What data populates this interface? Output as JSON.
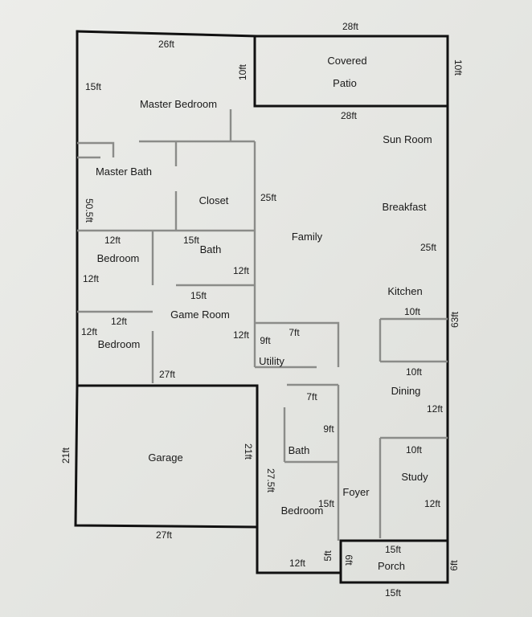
{
  "floorplan": {
    "rooms": {
      "master_bedroom": "Master Bedroom",
      "master_bath": "Master Bath",
      "closet": "Closet",
      "covered_patio_line1": "Covered",
      "covered_patio_line2": "Patio",
      "sun_room": "Sun Room",
      "breakfast": "Breakfast",
      "family": "Family",
      "bath_upper": "Bath",
      "bedroom_a": "Bedroom",
      "bedroom_b": "Bedroom",
      "game_room": "Game Room",
      "utility": "Utility",
      "kitchen": "Kitchen",
      "dining": "Dining",
      "garage": "Garage",
      "bath_lower": "Bath",
      "bedroom_c": "Bedroom",
      "foyer": "Foyer",
      "study": "Study",
      "porch": "Porch"
    },
    "dims": {
      "top_right": "28ft",
      "master_top": "26ft",
      "patio_side_left": "10ft",
      "patio_side_right": "10ft",
      "patio_bottom": "28ft",
      "master_left": "15ft",
      "left_wing": "50.5ft",
      "family_side": "25ft",
      "breakfast_side": "25ft",
      "bedroom_a_top": "12ft",
      "bath_top": "15ft",
      "bath_right": "12ft",
      "bedroom_a_left": "12ft",
      "game_top": "15ft",
      "bedroom_b_top": "12ft",
      "bedroom_b_left": "12ft",
      "game_right": "12ft",
      "utility_side": "9ft",
      "utility_top": "7ft",
      "kitchen_top": "10ft",
      "kitchen_bottom": "10ft",
      "right_total": "63ft",
      "game_bottom": "27ft",
      "dining_right": "12ft",
      "bath_lower_top": "7ft",
      "bath_lower_side": "9ft",
      "study_top": "10ft",
      "study_right": "12ft",
      "garage_left": "21ft",
      "garage_right": "21ft",
      "bedroom_c_side": "27.5ft",
      "bedroom_c_right": "15ft",
      "garage_bottom": "27ft",
      "bedroom_c_bottom": "12ft",
      "foyer_bottom": "5ft",
      "porch_left": "6ft",
      "porch_top": "15ft",
      "porch_right": "6ft",
      "porch_bottom": "15ft"
    }
  }
}
